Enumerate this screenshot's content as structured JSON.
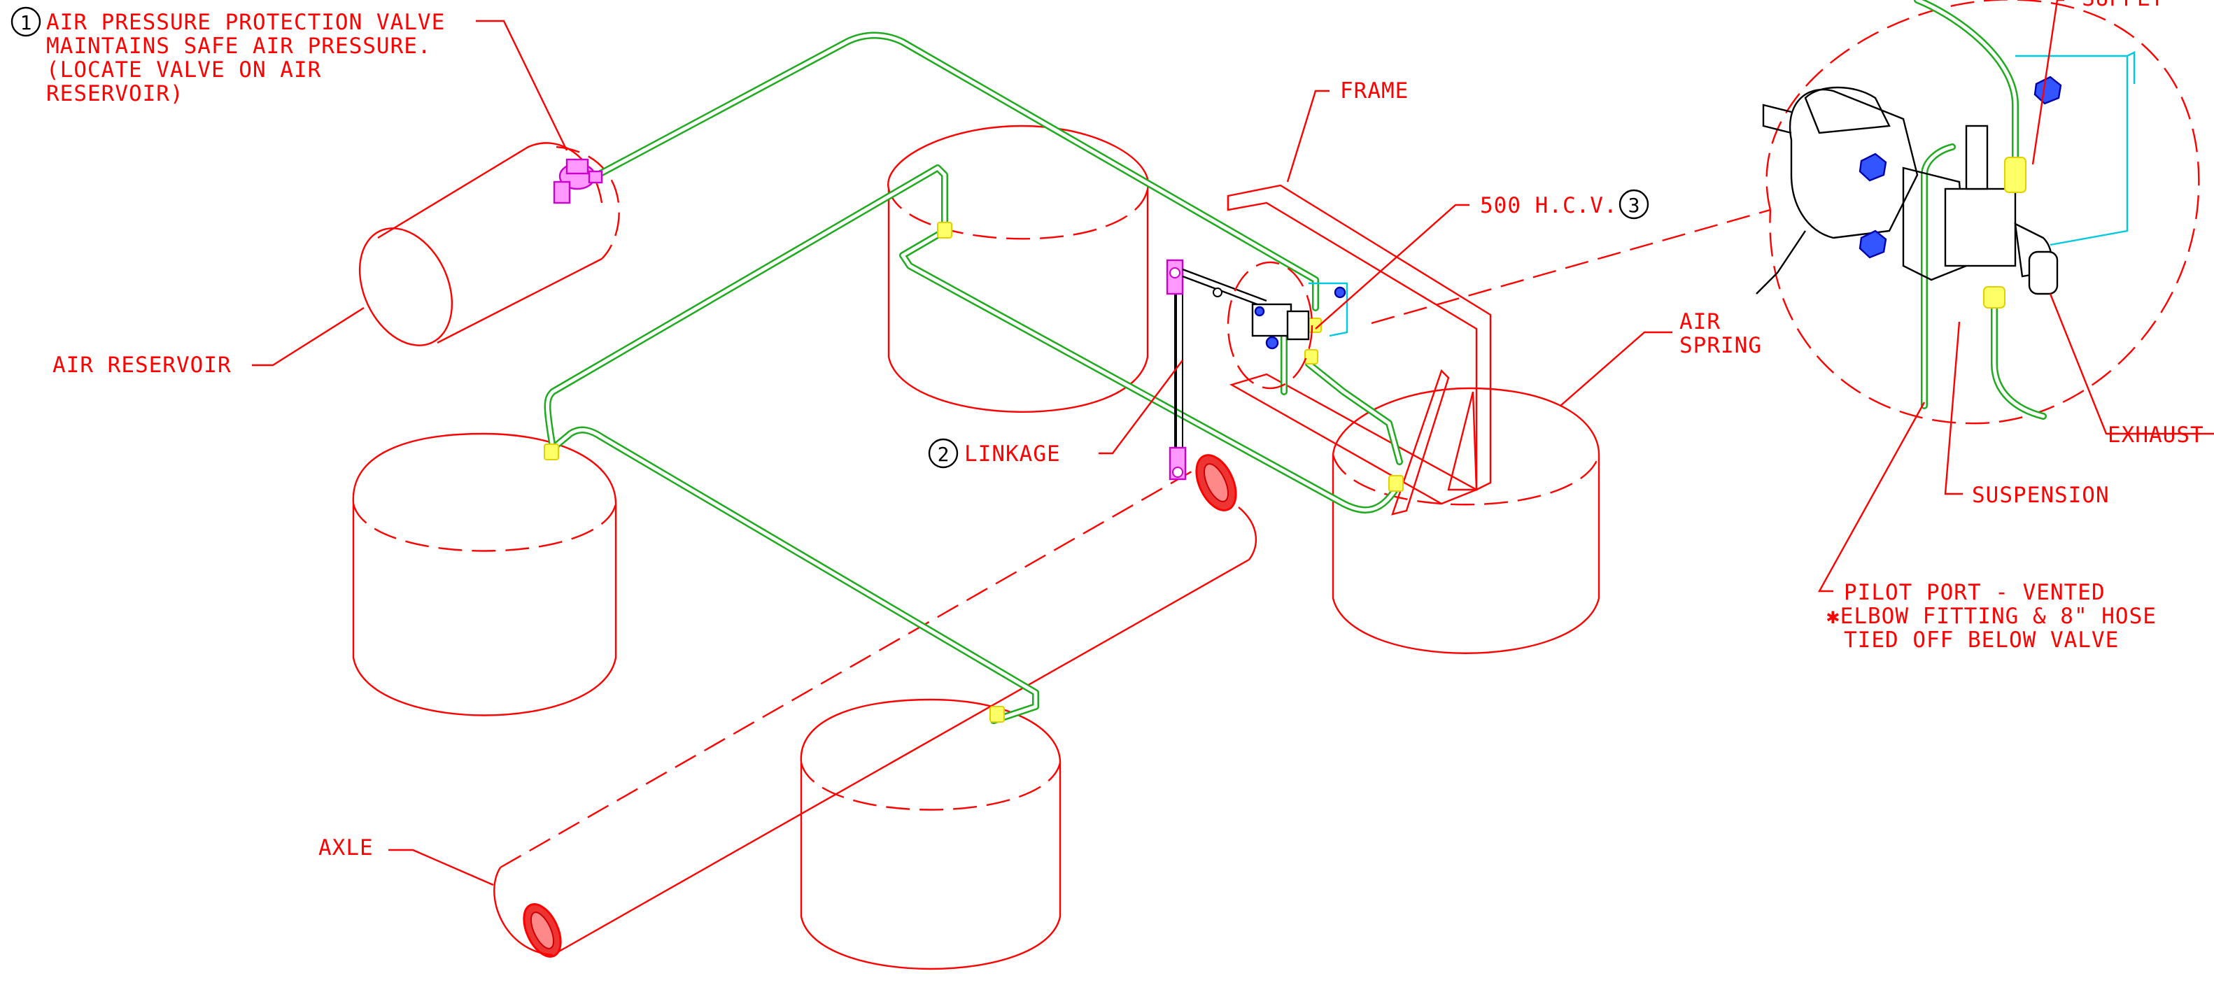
{
  "callouts": {
    "air_pressure_protection_valve": {
      "number": "1",
      "lines": [
        "AIR PRESSURE PROTECTION VALVE",
        "MAINTAINS SAFE AIR PRESSURE.",
        "(LOCATE VALVE ON AIR",
        "RESERVOIR)"
      ]
    },
    "air_reservoir": "AIR RESERVOIR",
    "frame": "FRAME",
    "hcv": {
      "text": "500 H.C.V.",
      "number": "3"
    },
    "linkage": {
      "number": "2",
      "text": "LINKAGE"
    },
    "air_spring": [
      "AIR",
      "SPRING"
    ],
    "axle": "AXLE",
    "supply": "SUPPLY",
    "exhaust": "EXHAUST",
    "suspension": "SUSPENSION",
    "pilot_port": [
      "PILOT PORT - VENTED",
      "✱ELBOW FITTING & 8\" HOSE",
      "TIED OFF BELOW VALVE"
    ]
  },
  "colors": {
    "outline": "#ff0000",
    "air_line": "#1faa1f",
    "fitting": "#ffff66",
    "protection_valve": "#ff99ff",
    "valve_bracket": "#00c8e0",
    "valve_body": "#000000"
  }
}
